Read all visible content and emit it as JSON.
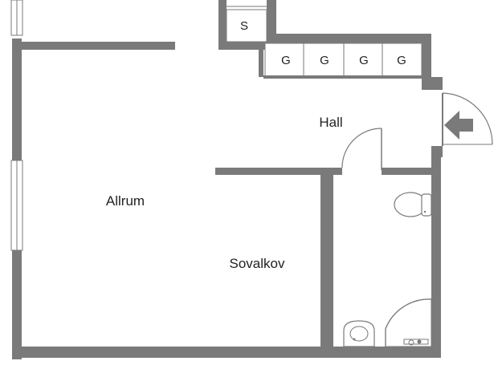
{
  "rooms": {
    "allrum": "Allrum",
    "sovalkov": "Sovalkov",
    "hall": "Hall"
  },
  "storage": {
    "s_label": "S",
    "g_labels": [
      "G",
      "G",
      "G",
      "G"
    ]
  },
  "colors": {
    "wall": "#7a7a7a",
    "background": "#ffffff",
    "text": "#222222"
  },
  "icons": {
    "entrance": "entrance-arrow-icon",
    "toilet": "toilet-icon",
    "sink": "sink-icon",
    "shower": "shower-icon"
  }
}
